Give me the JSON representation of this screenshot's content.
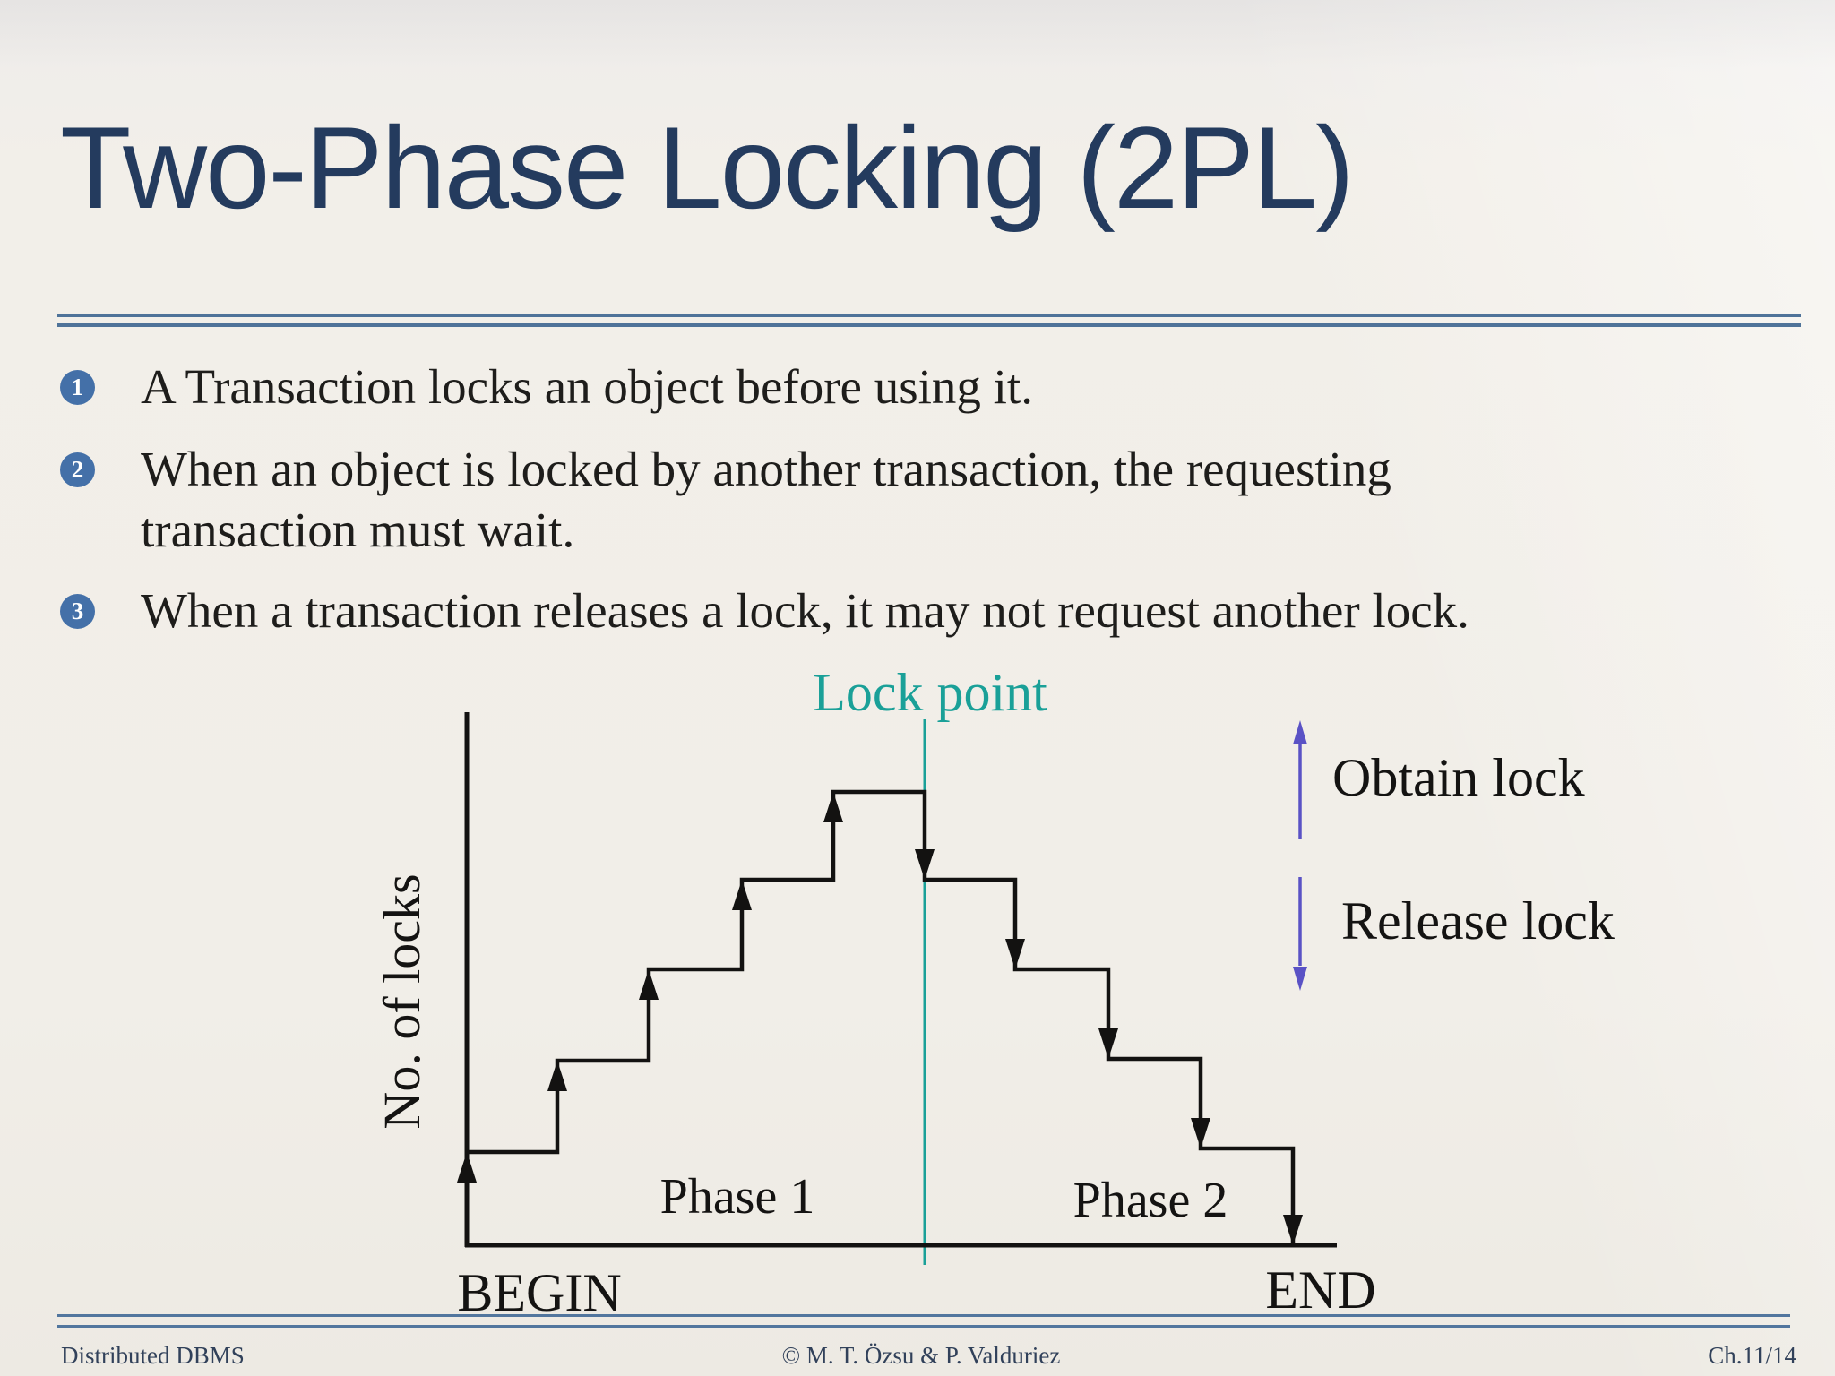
{
  "slide": {
    "title": "Two-Phase Locking (2PL)",
    "bullets": [
      {
        "num": "1",
        "lines": [
          "A Transaction locks an object before using it."
        ]
      },
      {
        "num": "2",
        "lines": [
          "When an object is locked by another transaction, the requesting",
          "transaction must wait."
        ]
      },
      {
        "num": "3",
        "lines": [
          "When a transaction releases a lock, it may not request another lock."
        ]
      }
    ],
    "diagram": {
      "lock_point_label": "Lock point",
      "y_axis_label": "No. of locks",
      "phase1_label": "Phase 1",
      "phase2_label": "Phase 2",
      "begin_label": "BEGIN",
      "end_label": "END",
      "legend": {
        "obtain_label": "Obtain lock",
        "release_label": "Release lock"
      },
      "phase1_steps_up": 5,
      "phase2_steps_down": 5
    },
    "footer": {
      "left": "Distributed DBMS",
      "center": "© M. T. Özsu & P. Valduriez",
      "right": "Ch.11/14"
    }
  },
  "colors": {
    "background": "#f1eee8",
    "title_navy": "#243b5e",
    "separator_blue": "#4f7399",
    "bullet_badge_blue": "#4470a8",
    "body_text": "#1e1d1b",
    "diagram_line_black": "#131211",
    "lock_point_teal": "#1aa098",
    "legend_arrow_purple": "#5a52c5",
    "footer_text": "#31415a"
  }
}
